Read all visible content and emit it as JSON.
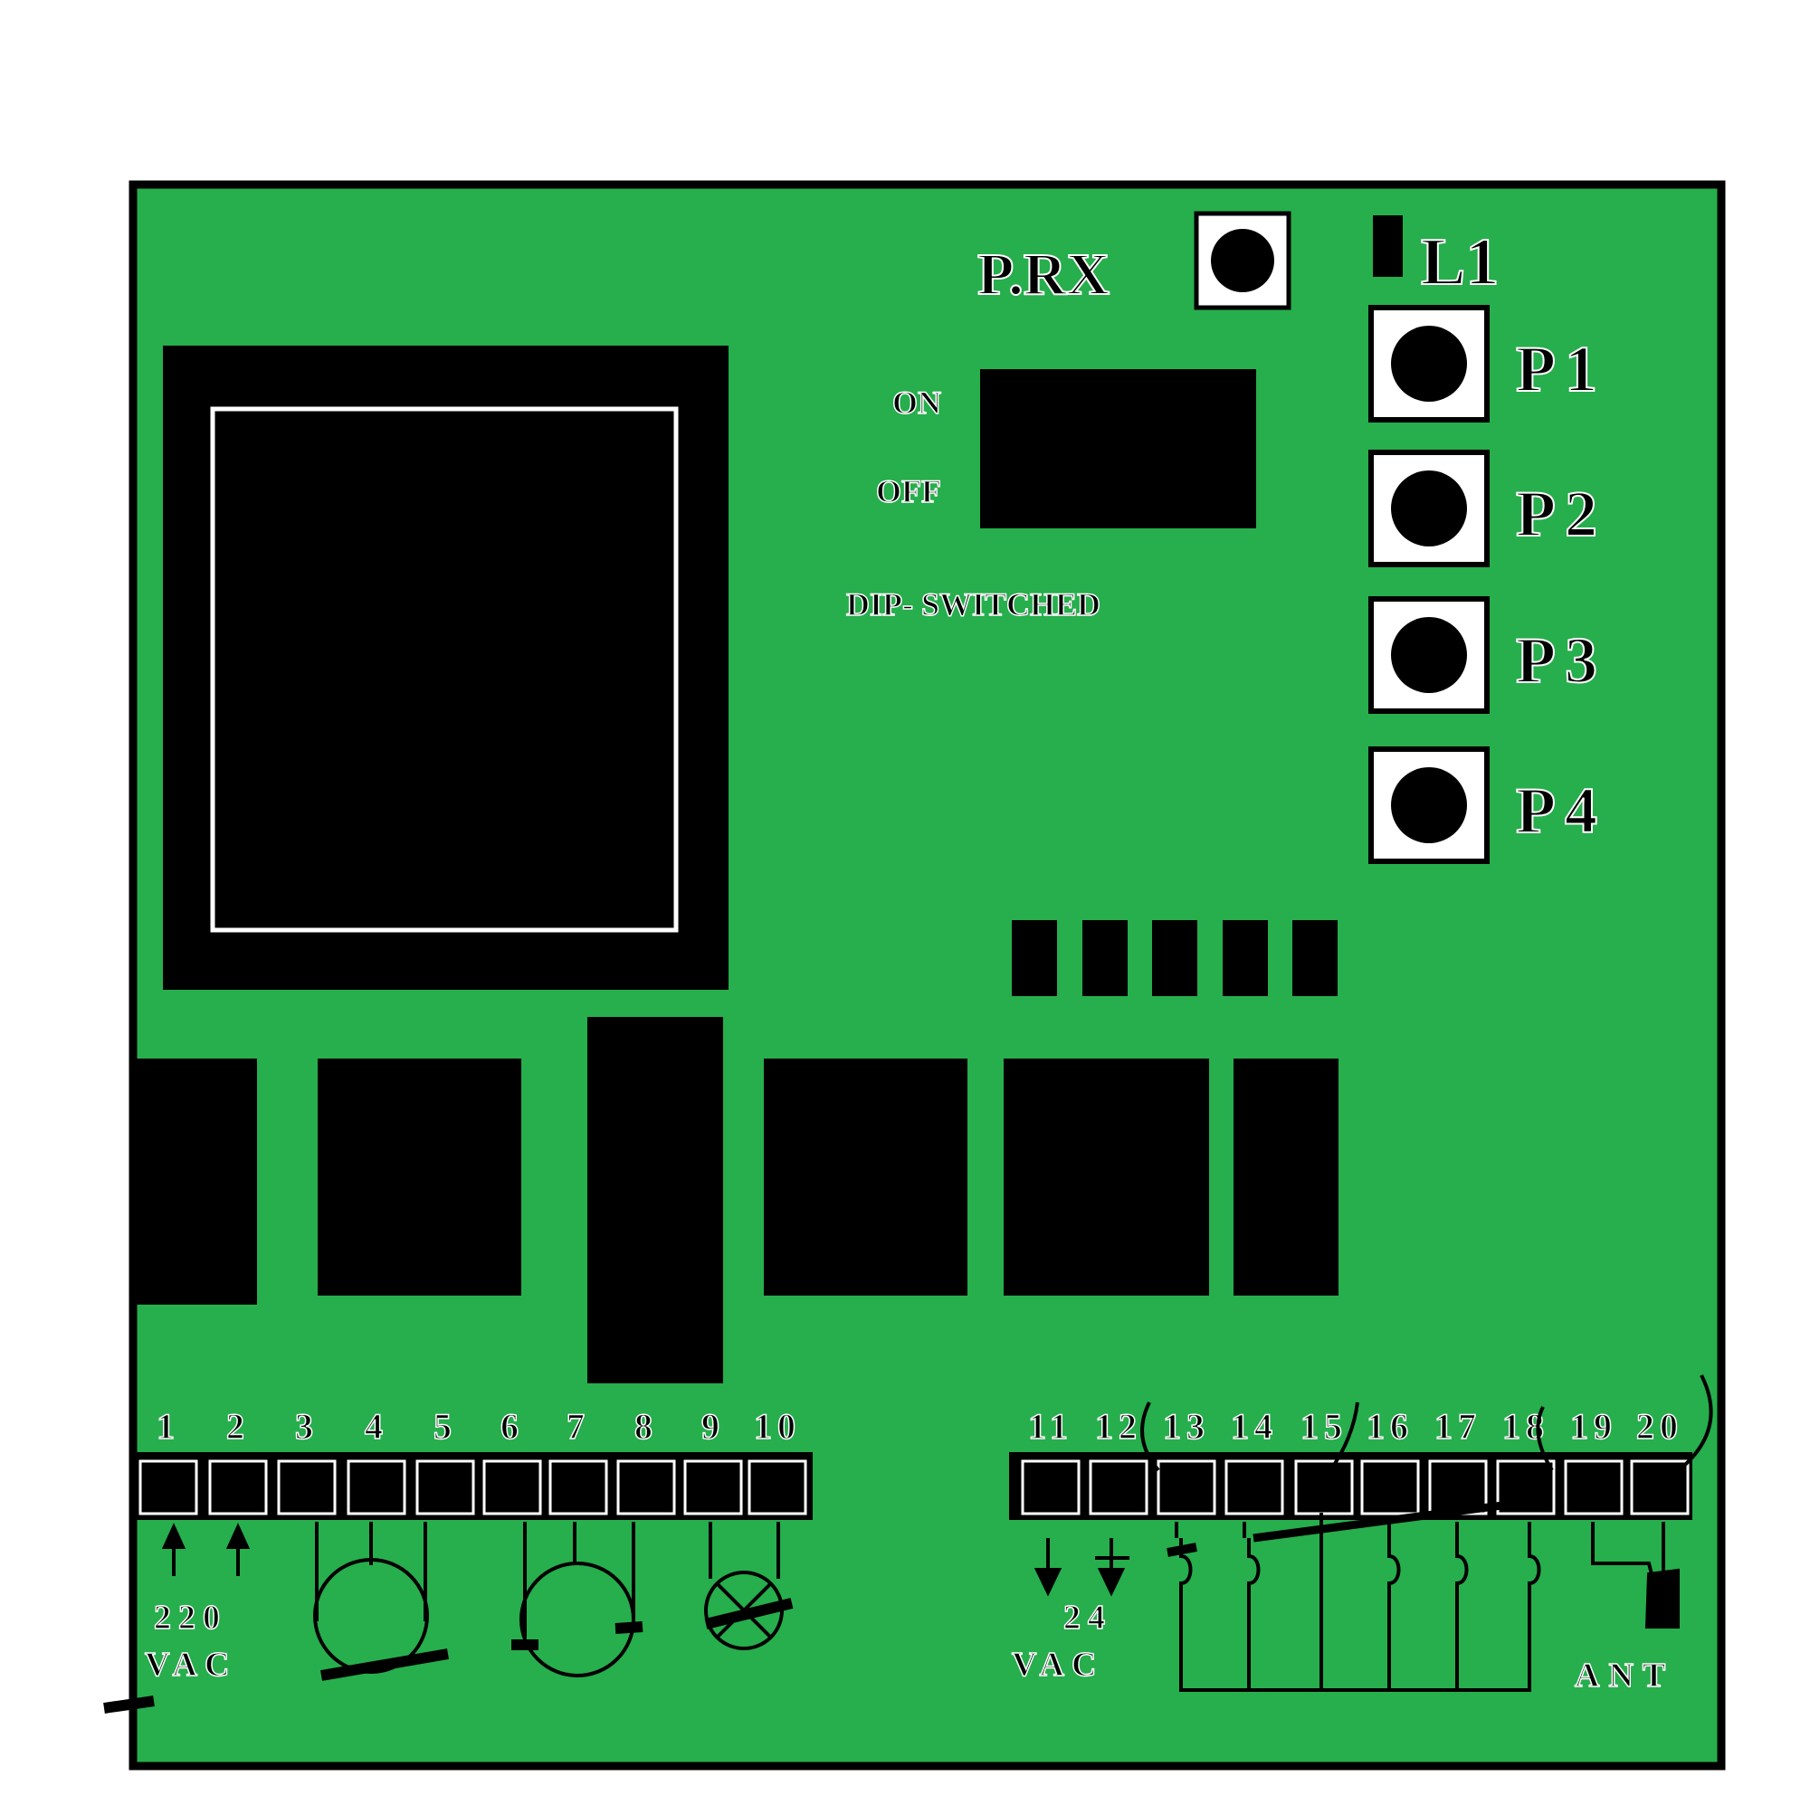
{
  "colors": {
    "board": "#27ae4d",
    "ink": "#000000",
    "paper": "#ffffff"
  },
  "labels": {
    "prx": "P.RX",
    "l1": "L1",
    "on": "ON",
    "off": "OFF",
    "dip": "DIP- SWITCHED",
    "ant": "ANT",
    "vac220_num": "220",
    "vac220_unit": "VAC",
    "vac24_num": "24",
    "vac24_unit": "VAC"
  },
  "buttons": [
    "P1",
    "P2",
    "P3",
    "P4"
  ],
  "terminals": [
    "1",
    "2",
    "3",
    "4",
    "5",
    "6",
    "7",
    "8",
    "9",
    "10",
    "11",
    "12",
    "13",
    "14",
    "15",
    "16",
    "17",
    "18",
    "19",
    "20"
  ]
}
